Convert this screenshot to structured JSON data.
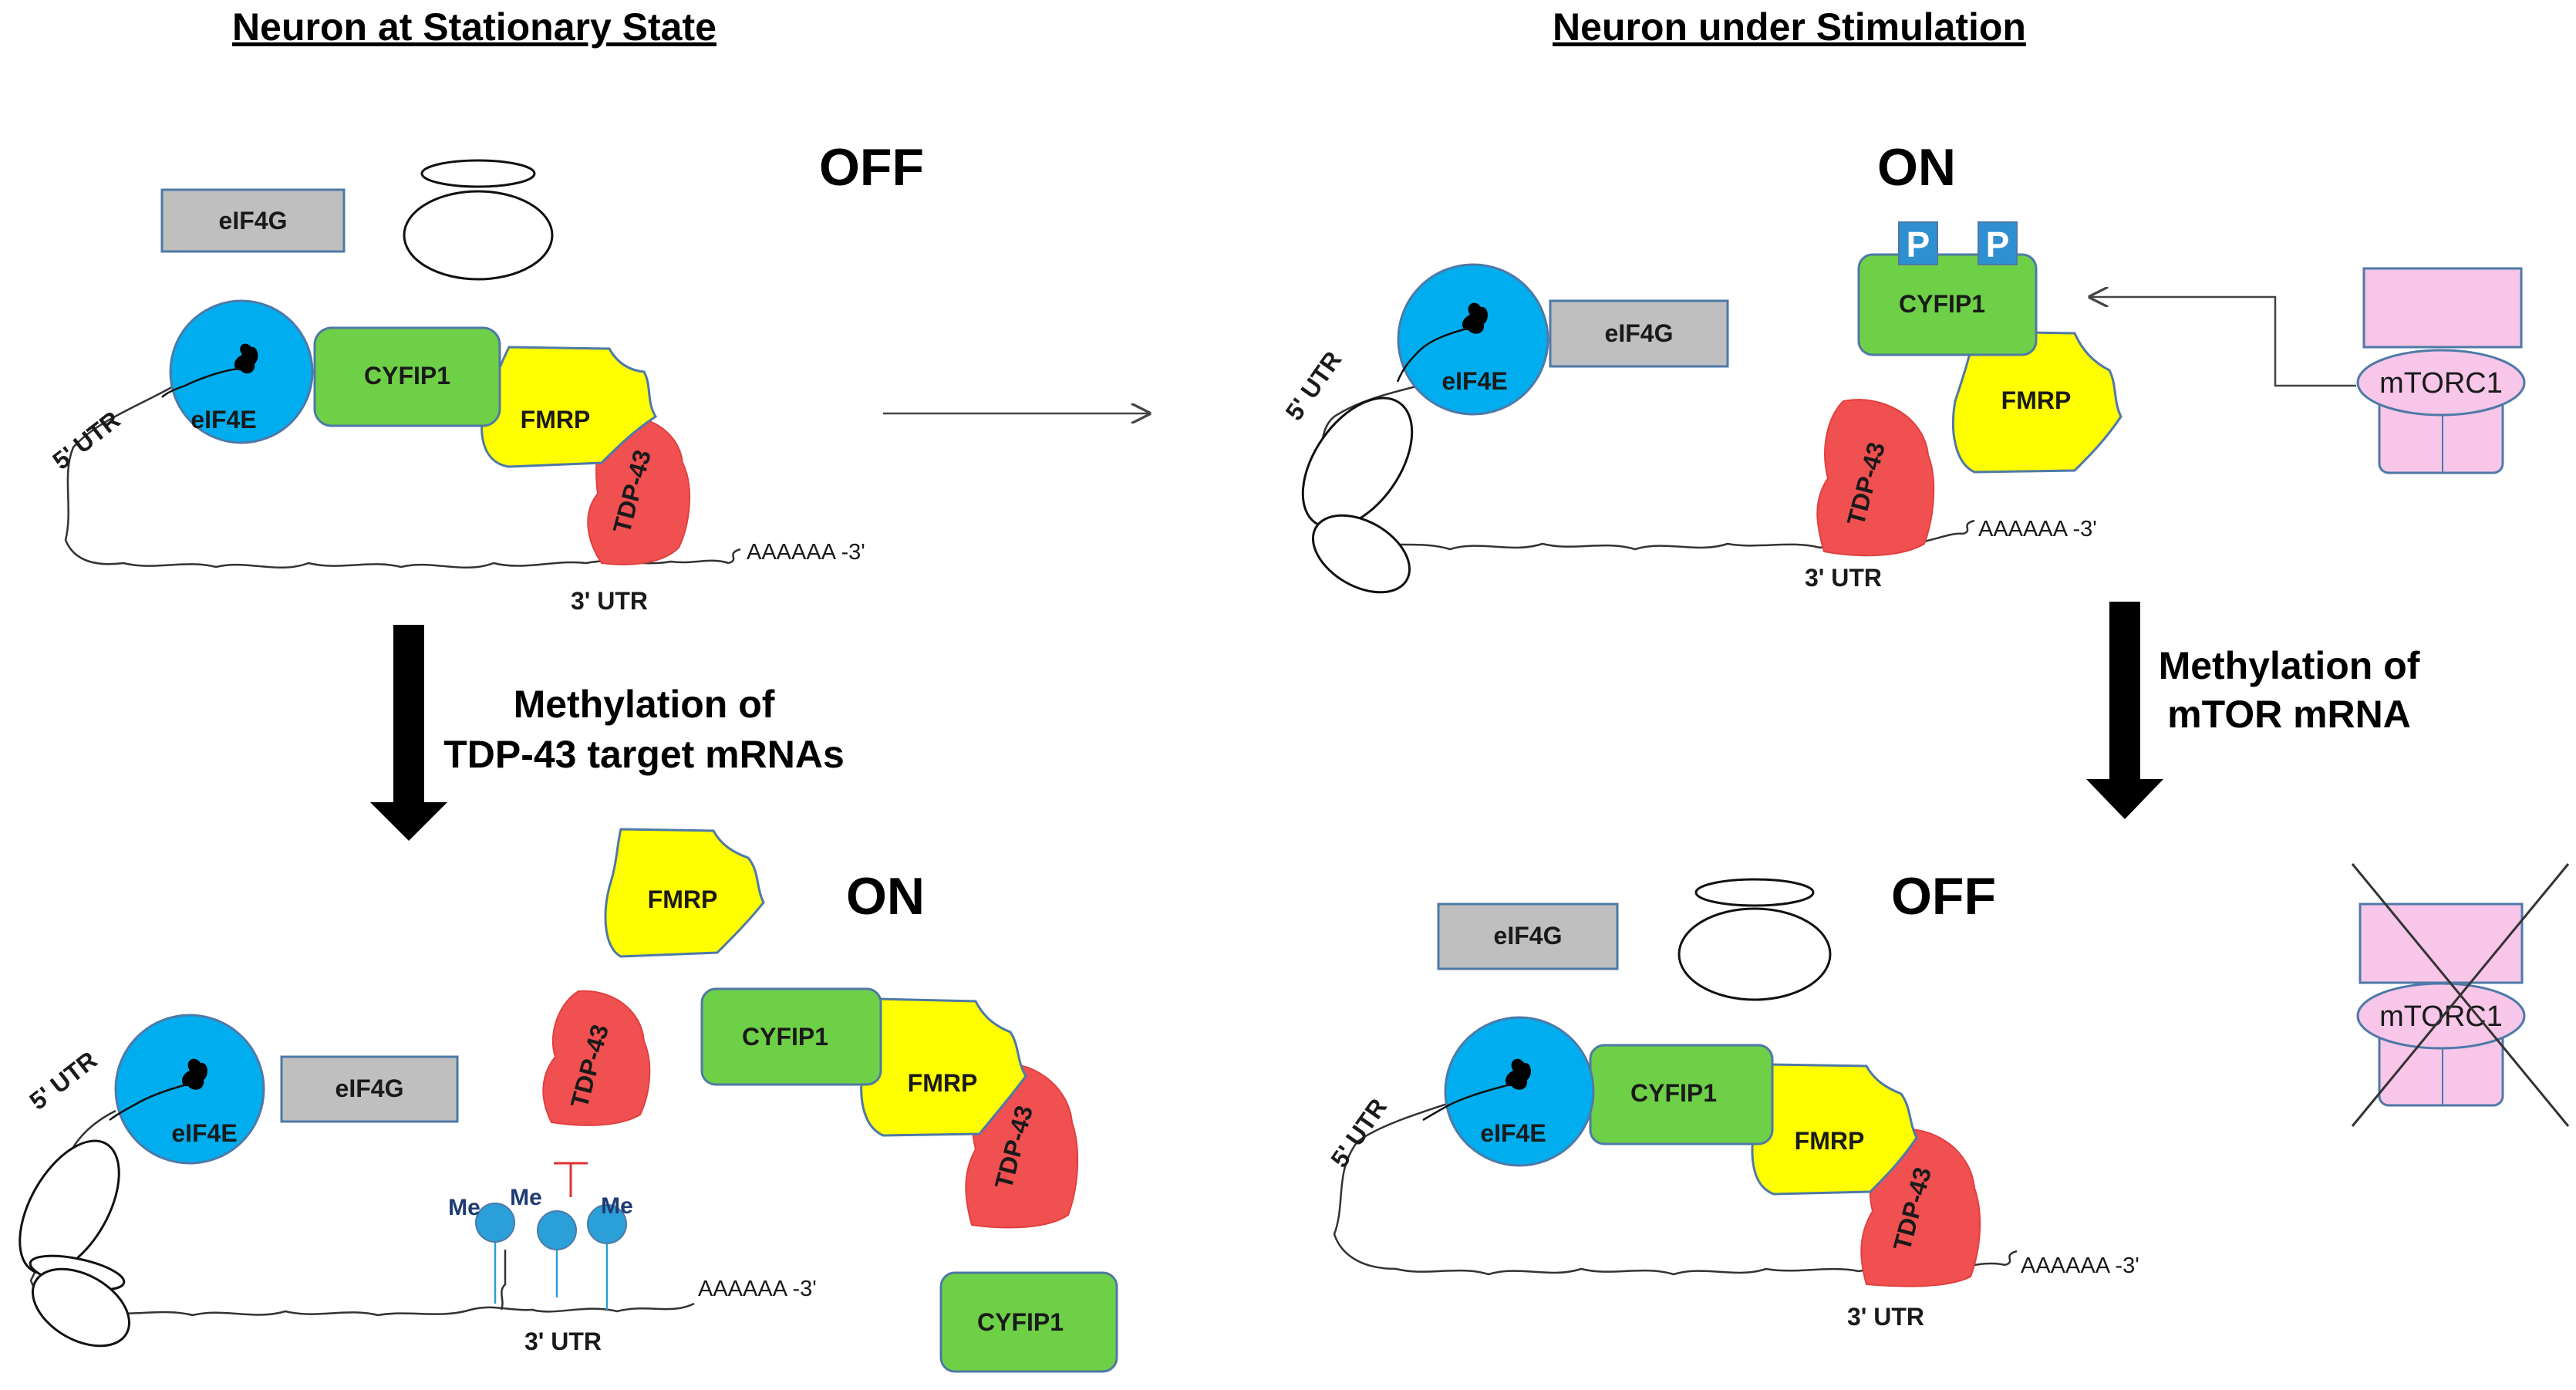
{
  "headings": {
    "left": "Neuron at Stationary State",
    "right": "Neuron under Stimulation"
  },
  "states": {
    "top_left": "OFF",
    "top_right": "ON",
    "bottom_left": "ON",
    "bottom_right": "OFF"
  },
  "steps": {
    "left_line1": "Methylation of",
    "left_line2": "TDP-43 target mRNAs",
    "right_line1": "Methylation of",
    "right_line2": "mTOR mRNA"
  },
  "labels": {
    "eif4g": "eIF4G",
    "eif4e": "eIF4E",
    "cyfip1": "CYFIP1",
    "fmrp": "FMRP",
    "tdp43": "TDP-43",
    "utr5": "5' UTR",
    "utr3": "3' UTR",
    "polya": "AAAAAA -3'",
    "mtorc1": "mTORC1",
    "phospho": "P",
    "methyl": "Me"
  },
  "colors": {
    "eif4e": "#00aeef",
    "eif4g": "#bfbfbf",
    "cyfip1": "#6ed047",
    "fmrp": "#ffff00",
    "tdp43": "#f05050",
    "mtorc1": "#f7c6e8",
    "phospho": "#2e8fd1",
    "inhibit": "#e03030",
    "methyl": "#2a9fd8"
  }
}
